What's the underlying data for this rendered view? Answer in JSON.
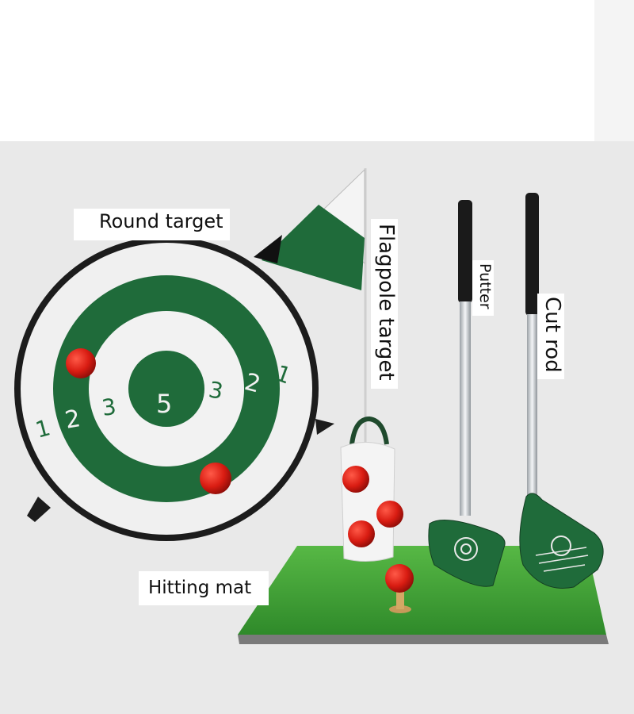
{
  "labels": {
    "round_target": "Round target",
    "flagpole_target": "Flagpole target",
    "putter": "Putter",
    "cut_rod": "Cut rod",
    "hitting_mat": "Hitting mat"
  },
  "target_rings": {
    "outer": "1",
    "middle": "2",
    "inner": "3",
    "center": "5"
  },
  "colors": {
    "green": "#1f6b3a",
    "white": "#f2f2f2",
    "ball_red": "#d91c12",
    "turf": "#3f9a34",
    "frame": "#1c1c1c"
  }
}
